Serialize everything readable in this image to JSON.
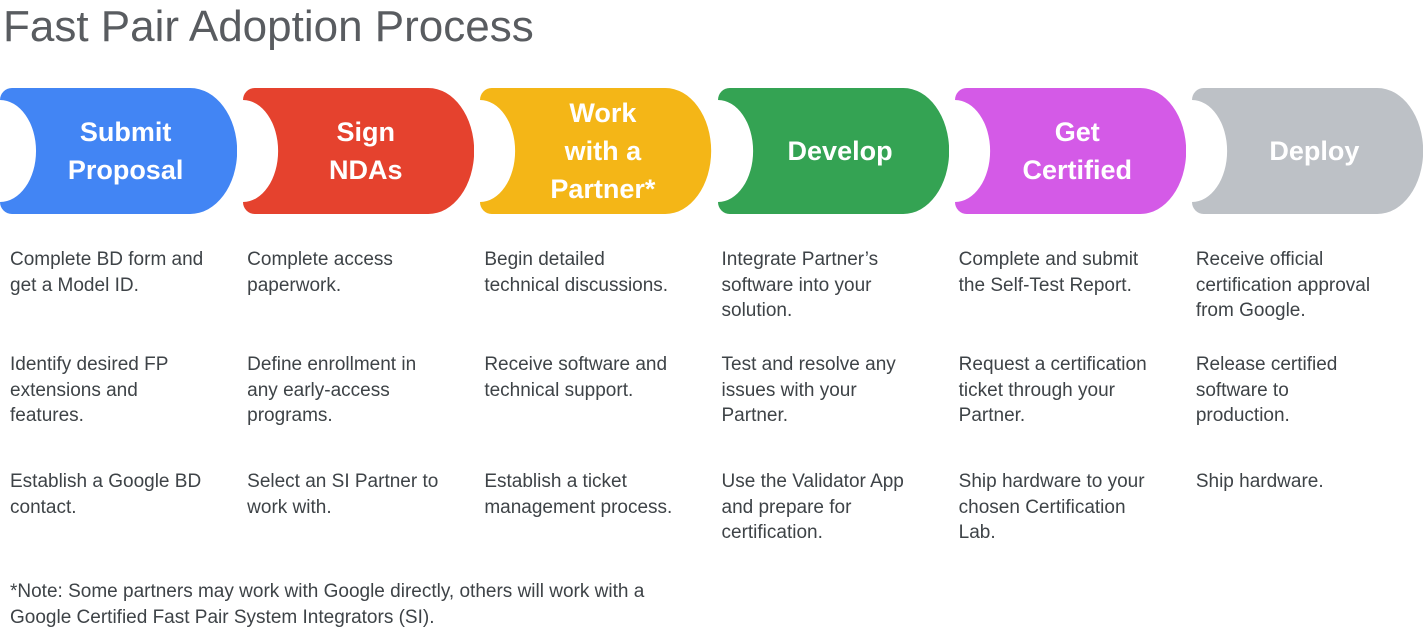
{
  "title": "Fast Pair Adoption Process",
  "stages": [
    {
      "label": "Submit Proposal",
      "label_lines": [
        "Submit",
        "Proposal"
      ],
      "color": "#4285F4",
      "steps": [
        "Complete BD form and\nget a Model ID.",
        "Identify desired FP\nextensions and\nfeatures.",
        "Establish a Google BD\ncontact."
      ]
    },
    {
      "label": "Sign NDAs",
      "label_lines": [
        "Sign",
        "NDAs"
      ],
      "color": "#E5422E",
      "steps": [
        "Complete access\npaperwork.",
        "Define enrollment in\nany early-access\nprograms.",
        "Select an SI Partner to\nwork with."
      ]
    },
    {
      "label": "Work with a Partner*",
      "label_lines": [
        "Work",
        "with a",
        "Partner*"
      ],
      "color": "#F4B617",
      "steps": [
        "Begin detailed\ntechnical discussions.",
        "Receive software and\ntechnical support.",
        "Establish a ticket\nmanagement process."
      ]
    },
    {
      "label": "Develop",
      "label_lines": [
        "Develop"
      ],
      "color": "#34A353",
      "steps": [
        "Integrate Partner’s\nsoftware into your\nsolution.",
        "Test and resolve any\nissues with your\nPartner.",
        "Use the Validator App\nand prepare for\ncertification."
      ]
    },
    {
      "label": "Get Certified",
      "label_lines": [
        "Get",
        "Certified"
      ],
      "color": "#D45AE7",
      "steps": [
        "Complete and submit\nthe Self-Test Report.",
        "Request a certification\nticket through your\nPartner.",
        "Ship hardware to your\nchosen Certification\nLab."
      ]
    },
    {
      "label": "Deploy",
      "label_lines": [
        "Deploy"
      ],
      "color": "#BDC1C6",
      "steps": [
        "Receive official\ncertification approval\nfrom Google.",
        "Release certified\nsoftware to\nproduction.",
        "Ship hardware."
      ]
    }
  ],
  "footnote": "*Note: Some partners may work with Google directly, others will work with a\nGoogle Certified Fast Pair System Integrators (SI)."
}
